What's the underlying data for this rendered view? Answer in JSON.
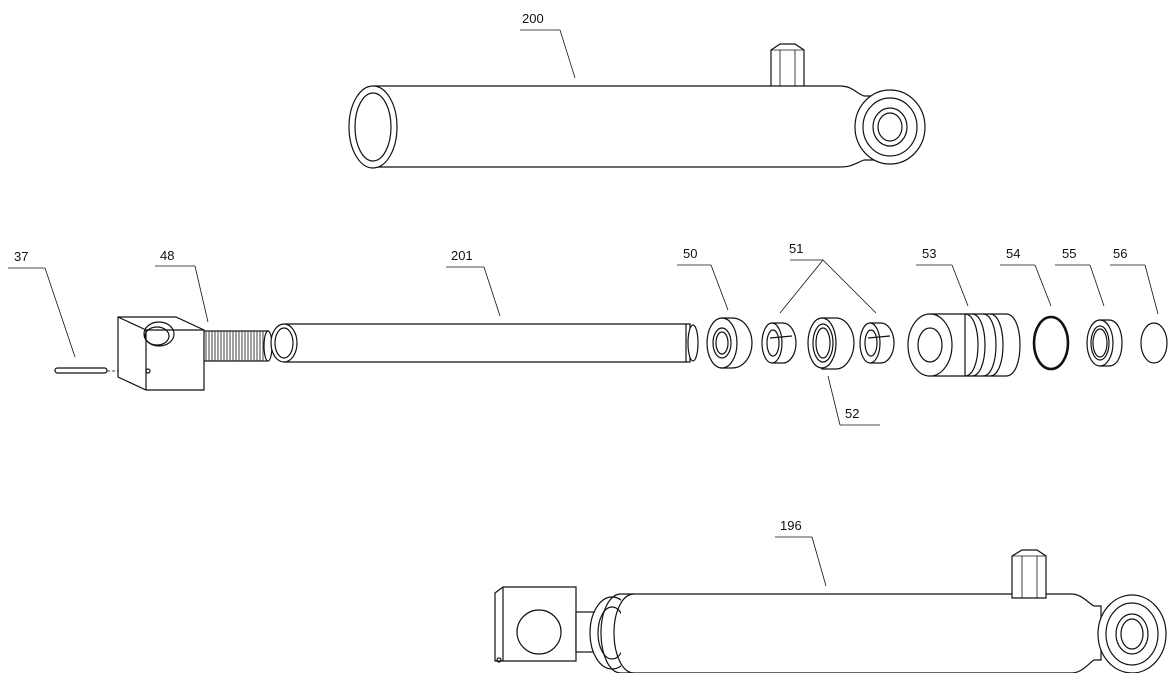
{
  "callouts": {
    "c200": "200",
    "c201": "201",
    "c196": "196",
    "c37": "37",
    "c48": "48",
    "c50": "50",
    "c51": "51",
    "c52": "52",
    "c53": "53",
    "c54": "54",
    "c55": "55",
    "c56": "56"
  }
}
